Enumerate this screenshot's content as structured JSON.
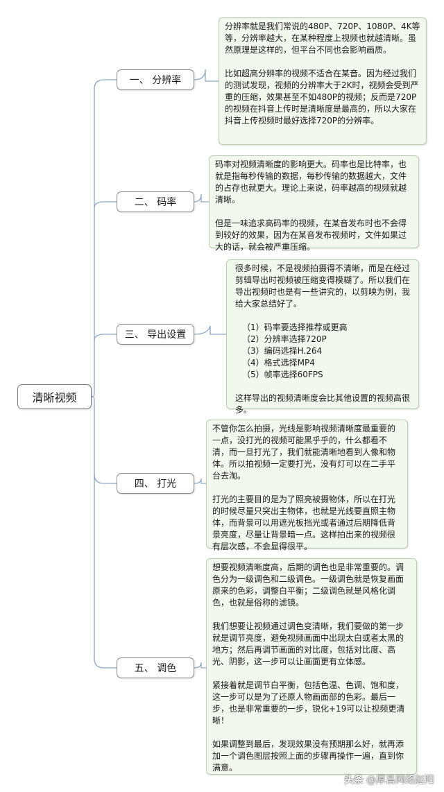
{
  "root": {
    "label": "清晰视频"
  },
  "branches": [
    {
      "label": "一、 分辨率",
      "paragraphs": [
        "分辨率就是我们常说的480P、720P、1080P、4K等等，分辨率越大，在某种程度上视频也就越清晰。虽然原理是这样的，但平台不同也会影响画质。",
        "比如超高分辨率的视频不适合在某音。因为经过我们的测试发现，视频的分辨率大于2K时，视频会受到严重的压缩，效果甚至不如480P的视频；反而是720P的视频在抖音上传时是清晰度是最高的，所以大家在抖音上传视频时最好选择720P的分辨率。"
      ]
    },
    {
      "label": "二、 码率",
      "paragraphs": [
        "码率对视频清晰度的影响更大。码率也是比特率，也就是指每秒传输的数据，每秒传输的数据越大，文件的占存也就更大。理论上来说，码率越高的视频就越清晰。",
        "但是一味追求高码率的视频，在某音发布时也不会得到较好的效果，因为在某音发布视频时，文件如果过大的话，就会被严重压缩。"
      ]
    },
    {
      "label": "三、 导出设置",
      "intro": "很多时候，不是视频拍摄得不清晰，而是在经过剪辑导出时视频被压缩变得模糊了。所以我们在导出视频时也是有一些讲究的，以剪映为例，我给大家总结好了。",
      "items": [
        "（1）码率要选择推荐或更高",
        "（2）分辨率选择720P",
        "（3）编码选择H.264",
        "（4）格式选择MP4",
        "（5）帧率选择60FPS"
      ],
      "outro": "这样导出的视频清晰度会比其他设置的视频高很多。"
    },
    {
      "label": "四、 打光",
      "paragraphs": [
        "不管你怎么拍摄，光线是影响视频清晰度最重要的一点，没打光的视频可能黑乎乎的，什么都看不清，而一旦打光了，我们就能清晰地看到人像和物体。所以拍视频一定要打光，没有灯可以在二手平台去淘。",
        "打光的主要目的是为了照亮被摄物体，所以在打光的时候尽量只突出主物体，也就是光线要直照主物体，而背景可以用遮光板挡光或者通过后期降低背景亮度，尽量让背景暗一点。这样拍出来的视频很有层次感，不会显得很平。"
      ]
    },
    {
      "label": "五、 调色",
      "paragraphs": [
        "想要视频清晰度高，后期的调色也是非常重要的。调色分为一级调色和二级调色。一级调色就是恢复画面原来的色彩，调整白平衡；二级调色就是风格化调色，也就是俗称的滤镜。",
        "我们想要让视频通过调色变清晰，我们要做的第一步就是调节亮度，避免视频画面中出现太白或者太黑的地方；然后再调节画面的对比度，包括对比度、高光、阴影，这一步可以让画面更有立体感。",
        "紧接着就是调节白平衡，包括色温、色调、饱和度，这一步可以是为了还原人物画面部的色彩。最后一步，也是非常重要的一步，锐化+19可以让视频更清晰！",
        "如果调整到最后，发现效果没有预期那么好，就再添加一个调色图层按照上面的步骤再操作一遍，直到你满意。"
      ]
    }
  ],
  "watermark": {
    "brand": "头条",
    "handle": "@厚昌网络赵阳"
  },
  "colors": {
    "connector": "#8aa6c4",
    "leaf_bg": "#f2f8ee",
    "leaf_border": "#b8cdb0",
    "node_border": "#8a8a8a"
  }
}
